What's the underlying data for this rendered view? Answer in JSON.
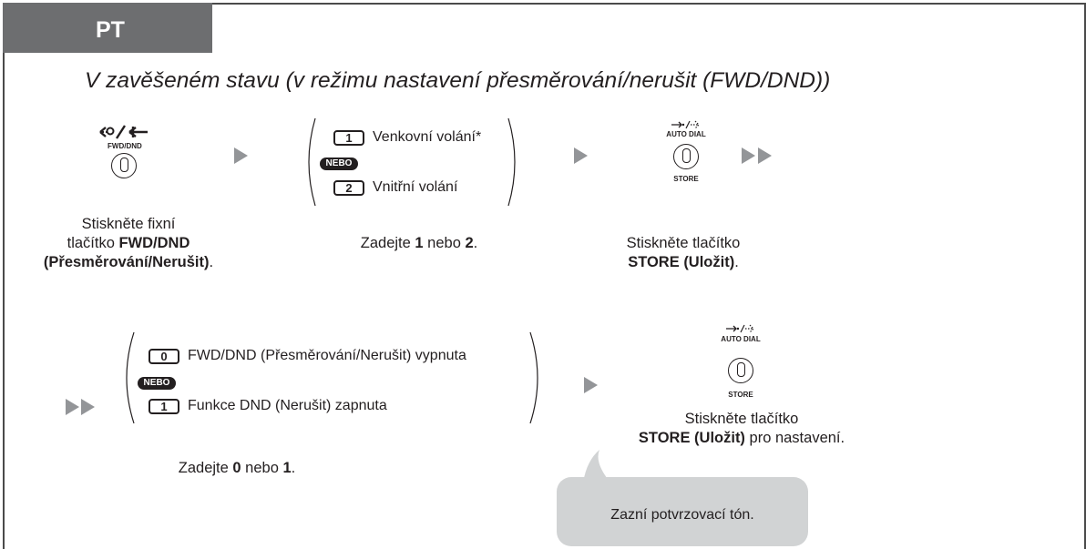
{
  "tab": {
    "label": "PT"
  },
  "subtitle": "V zavěšeném stavu (v režimu nastavení přesměrování/nerušit (FWD/DND))",
  "step1": {
    "button_label": "FWD/DND",
    "caption_line1": "Stiskněte fixní",
    "caption_line2_prefix": "tlačítko ",
    "caption_line2_bold": "FWD/DND",
    "caption_line3_bold": "(Přesměrování/Nerušit)",
    "caption_line3_suffix": "."
  },
  "step2": {
    "option1_key": "1",
    "option1_text": "Venkovní volání*",
    "or_label": "NEBO",
    "option2_key": "2",
    "option2_text": "Vnitřní volání",
    "caption_prefix": "Zadejte ",
    "caption_bold1": "1",
    "caption_mid": " nebo ",
    "caption_bold2": "2",
    "caption_suffix": "."
  },
  "step3": {
    "button_top_label": "AUTO DIAL",
    "button_bottom_label": "STORE",
    "caption_line1": "Stiskněte tlačítko",
    "caption_line2_bold": "STORE (Uložit)",
    "caption_line2_suffix": "."
  },
  "step4": {
    "option1_key": "0",
    "option1_text": "FWD/DND (Přesměrování/Nerušit) vypnuta",
    "or_label": "NEBO",
    "option2_key": "1",
    "option2_text": "Funkce DND (Nerušit) zapnuta",
    "caption_prefix": "Zadejte ",
    "caption_bold1": "0",
    "caption_mid": " nebo ",
    "caption_bold2": "1",
    "caption_suffix": "."
  },
  "step5": {
    "button_top_label": "AUTO DIAL",
    "button_bottom_label": "STORE",
    "caption_line1": "Stiskněte tlačítko",
    "caption_line2_bold": "STORE (Uložit)",
    "caption_line2_suffix": " pro nastavení."
  },
  "bubble": {
    "text": "Zazní potvrzovací tón."
  },
  "colors": {
    "tab_bg": "#6d6e70",
    "arrow": "#939598",
    "bubble_bg": "#d1d3d4",
    "text": "#231f20"
  }
}
